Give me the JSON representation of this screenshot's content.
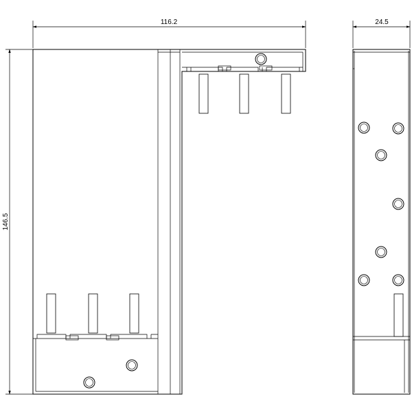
{
  "dimensions": {
    "width": "116.2",
    "depth": "24.5",
    "height": "146.5"
  }
}
